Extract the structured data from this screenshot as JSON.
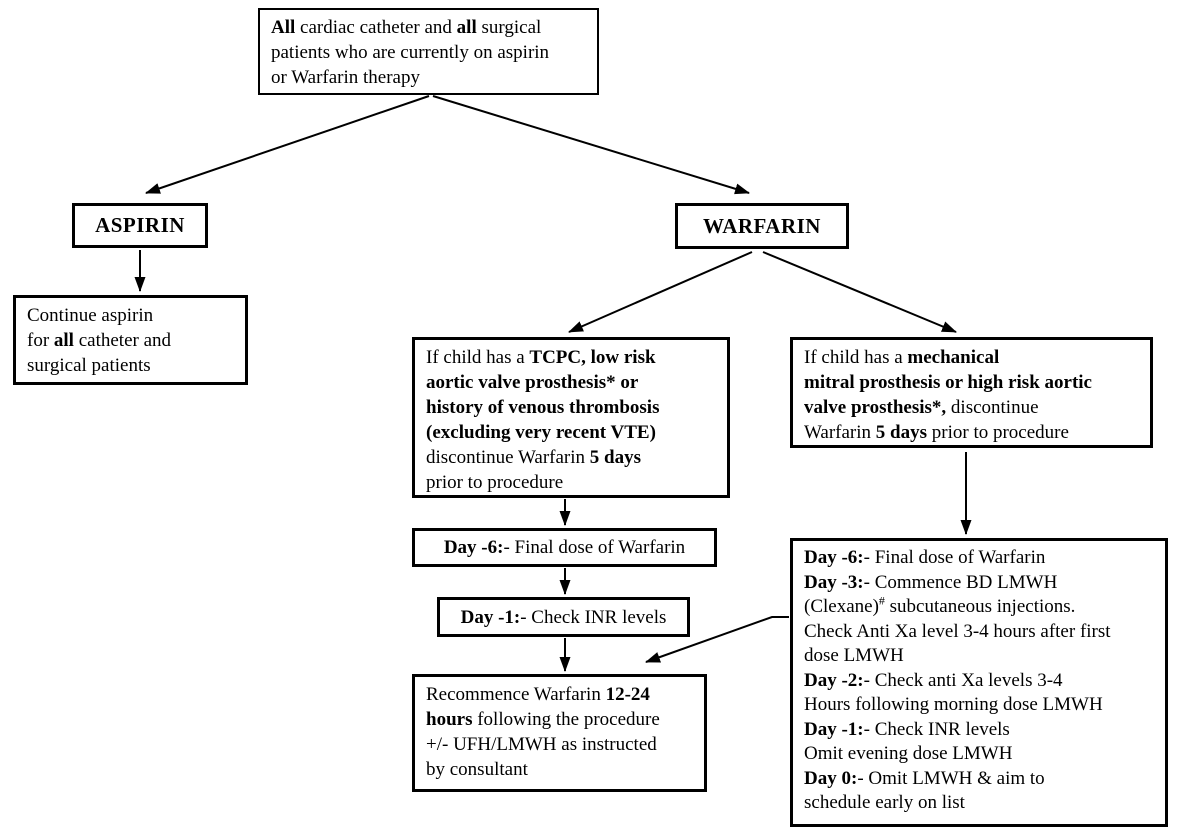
{
  "colors": {
    "ink": "#000000",
    "background": "#ffffff"
  },
  "flowchart": {
    "root": {
      "runs": [
        {
          "text": "All",
          "bold": true
        },
        {
          "text": " cardiac catheter and ",
          "bold": false
        },
        {
          "text": "all",
          "bold": true
        },
        {
          "text": " surgical\npatients who are currently on aspirin\nor Warfarin therapy",
          "bold": false
        }
      ]
    },
    "aspirin": {
      "label": "ASPIRIN"
    },
    "warfarin": {
      "label": "WARFARIN"
    },
    "continue_aspirin": {
      "runs": [
        {
          "text": "Continue aspirin\nfor ",
          "bold": false
        },
        {
          "text": "all",
          "bold": true
        },
        {
          "text": " catheter and\nsurgical patients",
          "bold": false
        }
      ]
    },
    "tcpc": {
      "runs": [
        {
          "text": "If child has a ",
          "bold": false
        },
        {
          "text": "TCPC, low risk\naortic valve prosthesis* or\nhistory of venous thrombosis\n(excluding very recent VTE)",
          "bold": true
        },
        {
          "text": "\ndiscontinue Warfarin ",
          "bold": false
        },
        {
          "text": "5 days",
          "bold": true
        },
        {
          "text": "\nprior to procedure",
          "bold": false
        }
      ]
    },
    "mechanical": {
      "runs": [
        {
          "text": "If child has a ",
          "bold": false
        },
        {
          "text": "mechanical\nmitral prosthesis or high risk aortic\nvalve prosthesis*,",
          "bold": true
        },
        {
          "text": " discontinue\nWarfarin ",
          "bold": false
        },
        {
          "text": "5 days",
          "bold": true
        },
        {
          "text": " prior to procedure",
          "bold": false
        }
      ]
    },
    "day_minus_6": {
      "runs": [
        {
          "text": "Day -6:",
          "bold": true
        },
        {
          "text": "- Final dose of Warfarin",
          "bold": false
        }
      ]
    },
    "day_minus_1": {
      "runs": [
        {
          "text": "Day -1:",
          "bold": true
        },
        {
          "text": "- Check INR levels",
          "bold": false
        }
      ]
    },
    "recommence": {
      "runs": [
        {
          "text": "Recommence Warfarin ",
          "bold": false
        },
        {
          "text": "12-24\nhours",
          "bold": true
        },
        {
          "text": " following the procedure\n+/- UFH/LMWH as instructed\nby consultant",
          "bold": false
        }
      ]
    },
    "lmwh_protocol": {
      "runs": [
        {
          "text": "Day -6:",
          "bold": true
        },
        {
          "text": "- Final dose of Warfarin\n",
          "bold": false
        },
        {
          "text": "Day -3:",
          "bold": true
        },
        {
          "text": "- Commence BD LMWH\n(Clexane)",
          "bold": false
        },
        {
          "text": "#",
          "bold": false,
          "sup": true
        },
        {
          "text": " subcutaneous injections.\nCheck Anti Xa level 3-4 hours after first\ndose LMWH\n",
          "bold": false
        },
        {
          "text": "Day -2:",
          "bold": true
        },
        {
          "text": "- Check anti Xa levels 3-4\nHours following morning dose LMWH\n",
          "bold": false
        },
        {
          "text": "Day -1:",
          "bold": true
        },
        {
          "text": "- Check INR levels\nOmit evening dose LMWH\n",
          "bold": false
        },
        {
          "text": "Day 0:",
          "bold": true
        },
        {
          "text": "- Omit LMWH & aim to\nschedule early on list",
          "bold": false
        }
      ]
    }
  }
}
